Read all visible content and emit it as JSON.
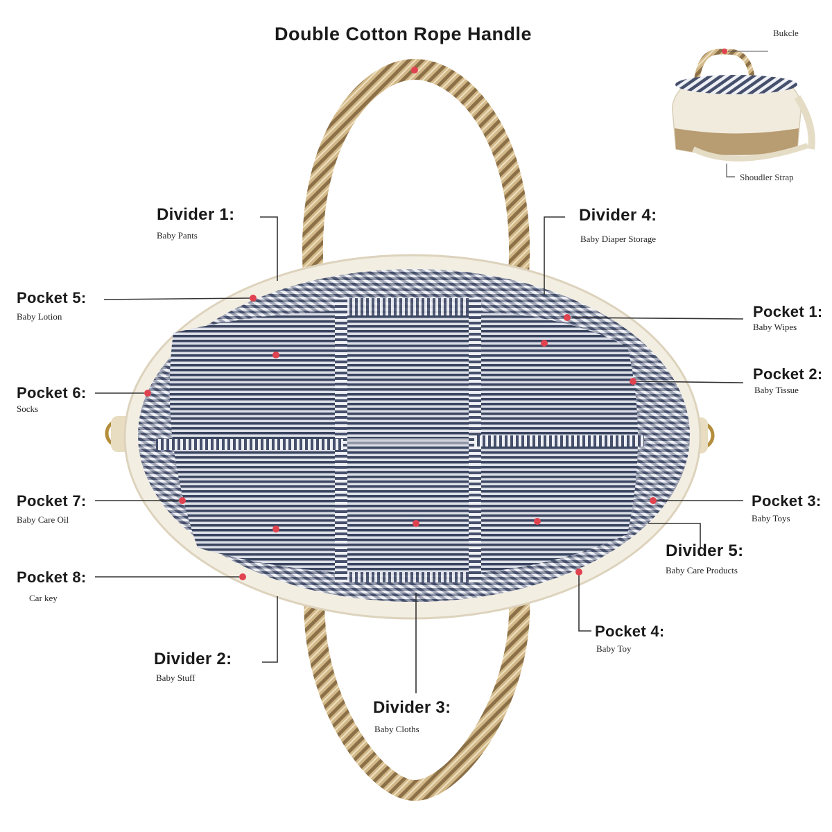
{
  "header": {
    "title": "Double Cotton Rope Handle"
  },
  "inset": {
    "buckle": "Bukcle",
    "strap": "Shoudler Strap"
  },
  "callouts": {
    "divider1": {
      "title": "Divider 1:",
      "desc": "Baby Pants"
    },
    "divider2": {
      "title": "Divider 2:",
      "desc": "Baby Stuff"
    },
    "divider3": {
      "title": "Divider 3:",
      "desc": "Baby Cloths"
    },
    "divider4": {
      "title": "Divider 4:",
      "desc": "Baby Diaper Storage"
    },
    "divider5": {
      "title": "Divider 5:",
      "desc": "Baby Care Products"
    },
    "pocket1": {
      "title": "Pocket 1:",
      "desc": "Baby Wipes"
    },
    "pocket2": {
      "title": "Pocket 2:",
      "desc": "Baby Tissue"
    },
    "pocket3": {
      "title": "Pocket 3:",
      "desc": "Baby Toys"
    },
    "pocket4": {
      "title": "Pocket 4:",
      "desc": "Baby Toy"
    },
    "pocket5": {
      "title": "Pocket 5:",
      "desc": "Baby Lotion"
    },
    "pocket6": {
      "title": "Pocket 6:",
      "desc": "Socks"
    },
    "pocket7": {
      "title": "Pocket 7:",
      "desc": "Baby Care Oil"
    },
    "pocket8": {
      "title": "Pocket 8:",
      "desc": "Car key"
    }
  },
  "colors": {
    "rope": "#c8ab78",
    "rope_dark": "#6b5533",
    "cotton": "#f3eee2",
    "stripe_dark": "#3f4a66",
    "stripe_light": "#eef0f5",
    "marker": "#e0434f",
    "leader": "#333333"
  }
}
